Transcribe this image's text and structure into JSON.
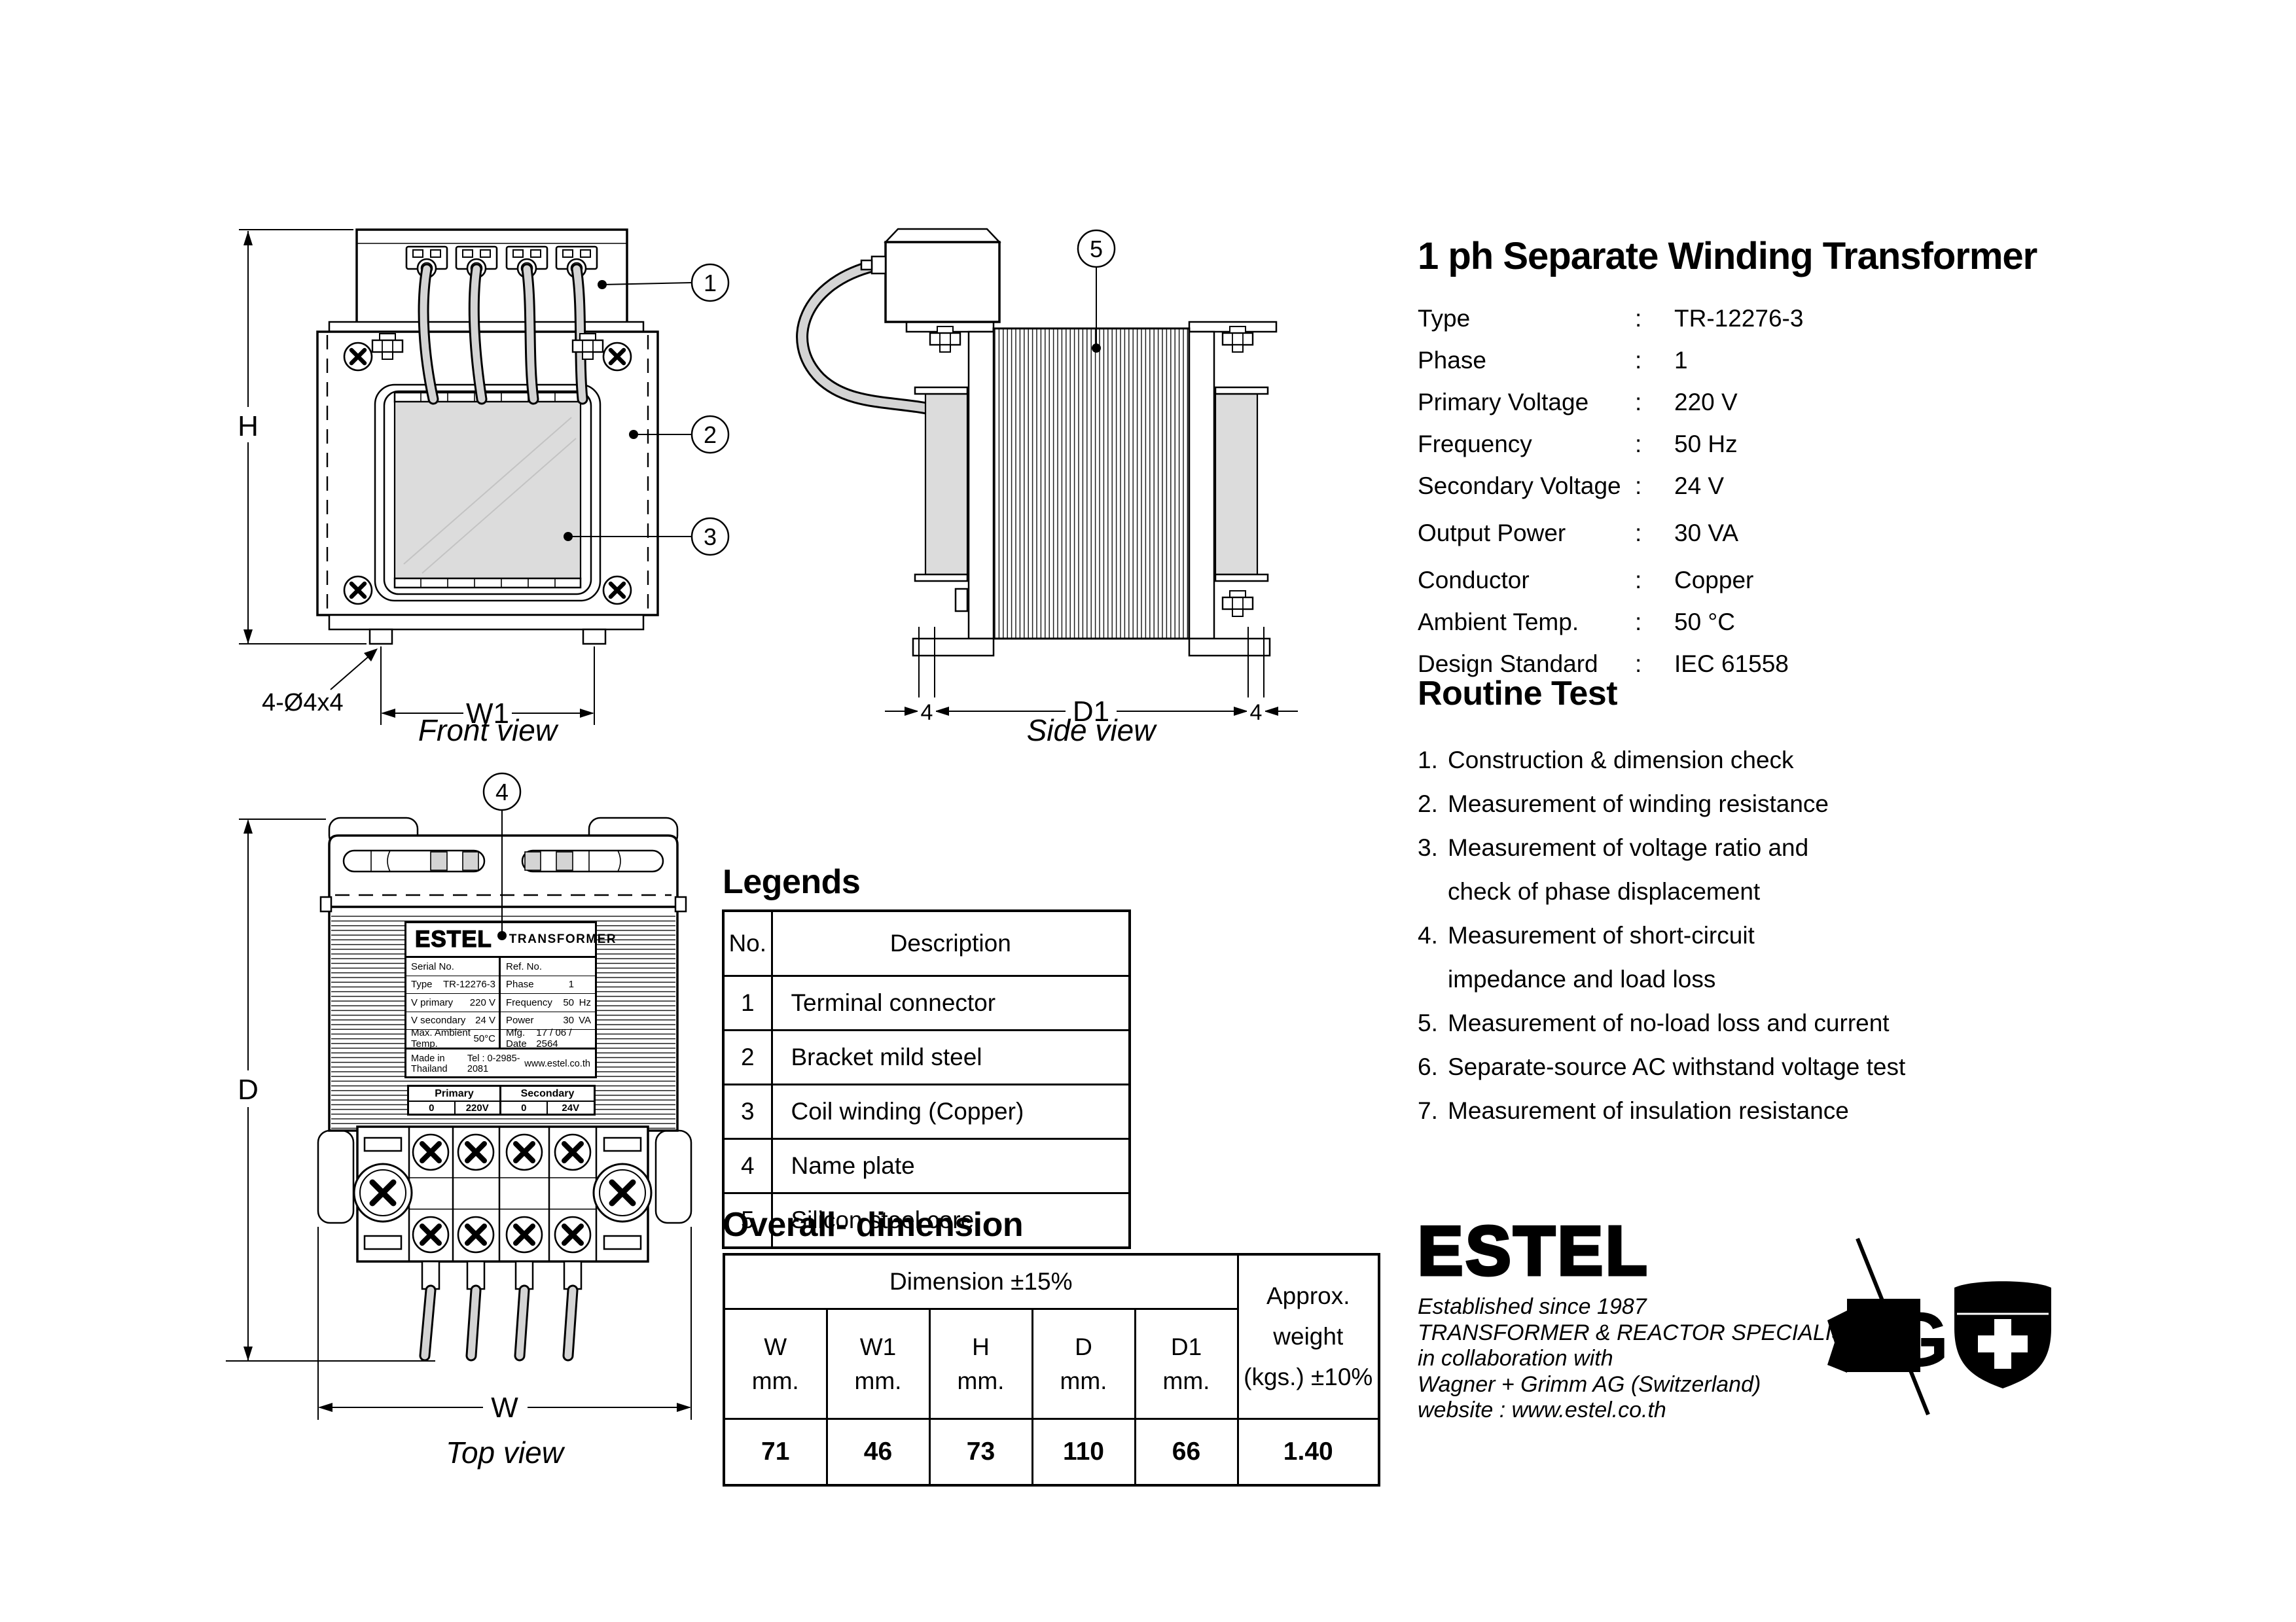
{
  "page": {
    "bg": "#ffffff",
    "ink": "#000000",
    "fill_gray": "#dcdcdc"
  },
  "title": "1 ph Separate Winding Transformer",
  "specs": {
    "colon": ":",
    "rows": [
      {
        "label": "Type",
        "value": "TR-12276-3"
      },
      {
        "label": "Phase",
        "value": "1"
      },
      {
        "label": "Primary Voltage",
        "value": "220 V"
      },
      {
        "label": "Frequency",
        "value": "50 Hz"
      },
      {
        "label": "Secondary Voltage",
        "value": "24 V"
      },
      {
        "label": "Output Power",
        "value": "30 VA"
      },
      {
        "label": "Conductor",
        "value": "Copper"
      },
      {
        "label": "Ambient Temp.",
        "value": "50 °C"
      },
      {
        "label": "Design Standard",
        "value": "IEC 61558"
      }
    ]
  },
  "routine_test": {
    "heading": "Routine Test",
    "rows": [
      {
        "num": "1.",
        "text": "Construction & dimension check"
      },
      {
        "num": "2.",
        "text": "Measurement of winding resistance"
      },
      {
        "num": "3.",
        "text": "Measurement of voltage ratio and"
      },
      {
        "num": "",
        "text": "check of phase displacement"
      },
      {
        "num": "4.",
        "text": "Measurement of short-circuit"
      },
      {
        "num": "",
        "text": "impedance and load loss"
      },
      {
        "num": "5.",
        "text": "Measurement of no-load loss and current"
      },
      {
        "num": "6.",
        "text": "Separate-source AC withstand voltage test"
      },
      {
        "num": "7.",
        "text": "Measurement of insulation resistance"
      }
    ]
  },
  "legends": {
    "heading": "Legends",
    "headers": {
      "no": "No.",
      "description": "Description"
    },
    "rows": [
      {
        "no": "1",
        "description": "Terminal connector"
      },
      {
        "no": "2",
        "description": "Bracket mild steel"
      },
      {
        "no": "3",
        "description": "Coil winding (Copper)"
      },
      {
        "no": "4",
        "description": "Name plate"
      },
      {
        "no": "5",
        "description": "Silicon steel core"
      }
    ]
  },
  "overall_dimension": {
    "heading": "Overall- dimension",
    "dim_header": "Dimension ±15%",
    "approx": [
      "Approx.",
      "weight",
      "(kgs.) ±10%"
    ],
    "columns": [
      {
        "name": "W",
        "unit": "mm.",
        "value": "71"
      },
      {
        "name": "W1",
        "unit": "mm.",
        "value": "46"
      },
      {
        "name": "H",
        "unit": "mm.",
        "value": "73"
      },
      {
        "name": "D",
        "unit": "mm.",
        "value": "110"
      },
      {
        "name": "D1",
        "unit": "mm.",
        "value": "66"
      }
    ],
    "weight_value": "1.40"
  },
  "views": {
    "front": {
      "caption": "Front view",
      "dim_h": "H",
      "dim_w1": "W1",
      "holes_label": "4-Ø4x4",
      "callout_1": "1",
      "callout_2": "2",
      "callout_3": "3"
    },
    "side": {
      "caption": "Side view",
      "dim_d1": "D1",
      "dim_4_left": "4",
      "dim_4_right": "4",
      "callout_5": "5"
    },
    "top": {
      "caption": "Top view",
      "dim_d": "D",
      "dim_w": "W",
      "callout_4": "4"
    }
  },
  "nameplate": {
    "brand": "ESTEL",
    "product": "TRANSFORMER",
    "left_rows": [
      {
        "label": "Serial No.",
        "value": ""
      },
      {
        "label": "Type",
        "value": "TR-12276-3"
      },
      {
        "label": "V primary",
        "value": "220 V"
      },
      {
        "label": "V secondary",
        "value": "24 V"
      },
      {
        "label": "Max. Ambient Temp.",
        "value": "50°C"
      }
    ],
    "right_rows": [
      {
        "label": "Ref. No.",
        "value": "",
        "unit": ""
      },
      {
        "label": "Phase",
        "value": "1",
        "unit": ""
      },
      {
        "label": "Frequency",
        "value": "50",
        "unit": "Hz"
      },
      {
        "label": "Power",
        "value": "30",
        "unit": "VA"
      },
      {
        "label": "Mfg. Date",
        "value": "17 / 06 / 2564",
        "unit": ""
      }
    ],
    "footer": [
      "Made in Thailand",
      "Tel : 0-2985-2081",
      "www.estel.co.th"
    ],
    "terminal_strip": {
      "primary": "Primary",
      "secondary": "Secondary",
      "cells": [
        "0",
        "220V",
        "0",
        "24V"
      ]
    }
  },
  "branding": {
    "logo": "ESTEL",
    "tagline_lines": [
      "Established since 1987",
      "TRANSFORMER & REACTOR SPECIALIST",
      "in collaboration with",
      "Wagner + Grimm AG (Switzerland)",
      "website : www.estel.co.th"
    ],
    "wg_monogram_letter": "G",
    "swiss_shield_label": "SWISS"
  }
}
